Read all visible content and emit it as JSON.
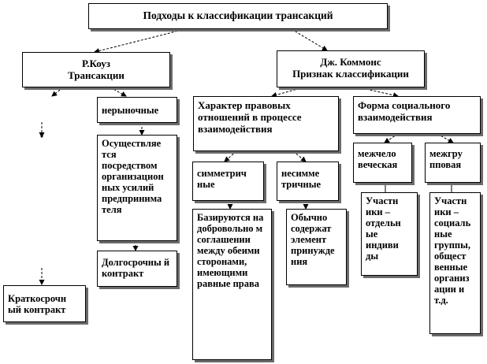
{
  "root": "Подходы к классификации трансакций",
  "coase": {
    "line1": "Р.Коуз",
    "line2": "Трансакции"
  },
  "commons": {
    "line1": "Дж. Коммонс",
    "line2": "Признак классификации"
  },
  "nonmarket": "нерыночные",
  "implemented": "Осуществляе тся посредством организацион ных усилий предпринима теля",
  "long_term": "Долгосрочны й контракт",
  "short_term": "Краткосрочн ый контракт",
  "legal": "Характер правовых отношений в процессе взаимодействия",
  "social": "Форма социального взаимодействия",
  "symmetric": "симметрич ные",
  "asymmetric": "несимме тричные",
  "based": "Базируются на добровольно м соглашении между обеими сторонами, имеющими равные права",
  "coercion": "Обычно содержат элемент принужде ния",
  "interpersonal": "межчело веческая",
  "intergroup": "межгру пповая",
  "individuals": "Участн ики – отдельн ые индиви ды",
  "groups": "Участн ики – социаль ные группы, общест венные организ ации и т.д."
}
